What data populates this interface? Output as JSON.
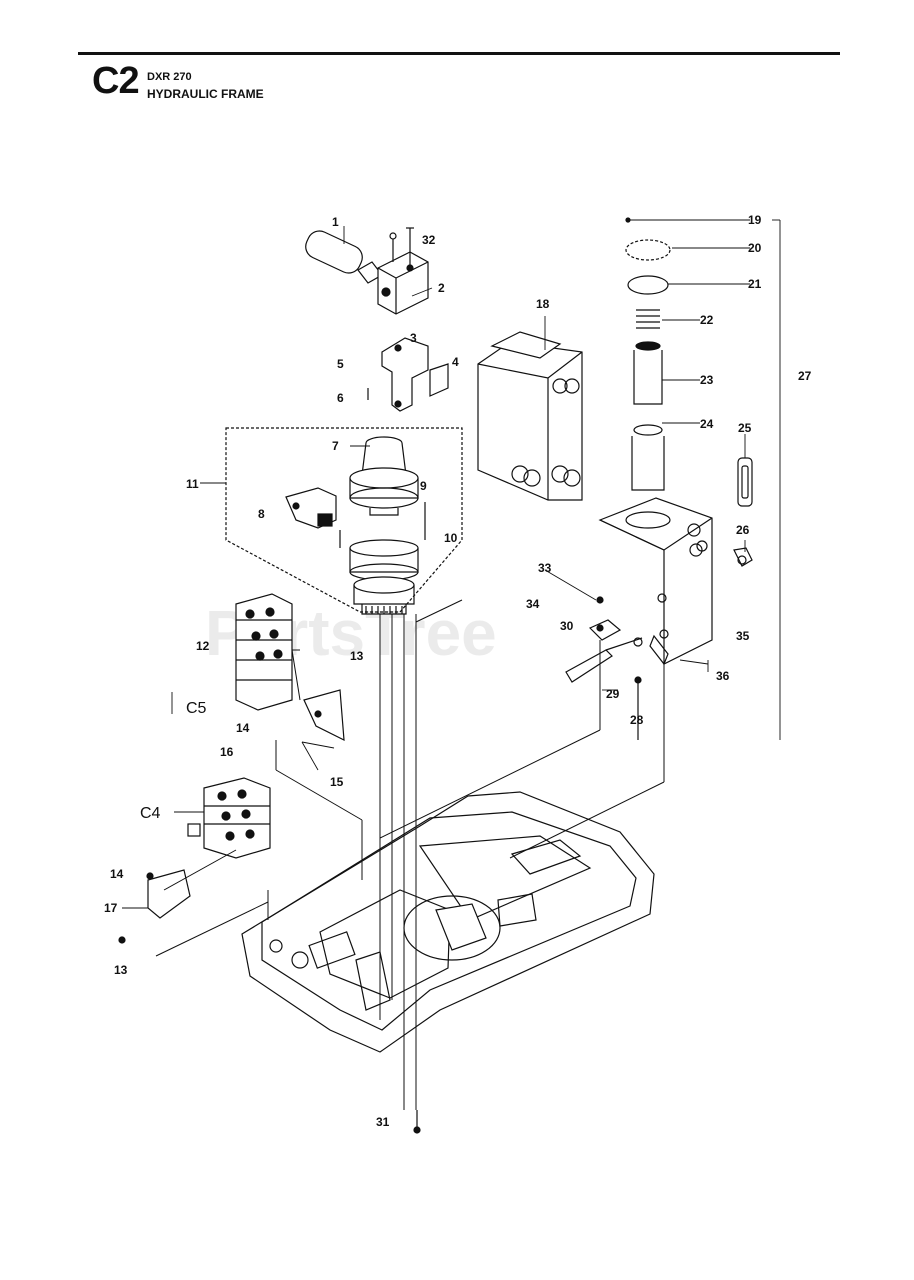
{
  "header": {
    "section_code": "C2",
    "model": "DXR 270",
    "title": "HYDRAULIC FRAME"
  },
  "watermark": "PartsTree",
  "callouts": [
    {
      "id": "c1",
      "text": "1"
    },
    {
      "id": "c2",
      "text": "2"
    },
    {
      "id": "c3",
      "text": "3"
    },
    {
      "id": "c4",
      "text": "4"
    },
    {
      "id": "c5",
      "text": "5"
    },
    {
      "id": "c6",
      "text": "6"
    },
    {
      "id": "c7",
      "text": "7"
    },
    {
      "id": "c8",
      "text": "8"
    },
    {
      "id": "c9",
      "text": "9"
    },
    {
      "id": "c10",
      "text": "10"
    },
    {
      "id": "c11",
      "text": "11"
    },
    {
      "id": "c12",
      "text": "12"
    },
    {
      "id": "c13a",
      "text": "13"
    },
    {
      "id": "c13b",
      "text": "13"
    },
    {
      "id": "c14a",
      "text": "14"
    },
    {
      "id": "c14b",
      "text": "14"
    },
    {
      "id": "c15",
      "text": "15"
    },
    {
      "id": "c16",
      "text": "16"
    },
    {
      "id": "c17",
      "text": "17"
    },
    {
      "id": "c18",
      "text": "18"
    },
    {
      "id": "c19",
      "text": "19"
    },
    {
      "id": "c20",
      "text": "20"
    },
    {
      "id": "c21",
      "text": "21"
    },
    {
      "id": "c22",
      "text": "22"
    },
    {
      "id": "c23",
      "text": "23"
    },
    {
      "id": "c24",
      "text": "24"
    },
    {
      "id": "c25",
      "text": "25"
    },
    {
      "id": "c26",
      "text": "26"
    },
    {
      "id": "c27",
      "text": "27"
    },
    {
      "id": "c28",
      "text": "28"
    },
    {
      "id": "c29",
      "text": "29"
    },
    {
      "id": "c30",
      "text": "30"
    },
    {
      "id": "c31",
      "text": "31"
    },
    {
      "id": "c32",
      "text": "32"
    },
    {
      "id": "c33",
      "text": "33"
    },
    {
      "id": "c34",
      "text": "34"
    },
    {
      "id": "c35",
      "text": "35"
    },
    {
      "id": "c36",
      "text": "36"
    },
    {
      "id": "cC5",
      "text": "C5"
    },
    {
      "id": "cC4",
      "text": "C4"
    }
  ]
}
